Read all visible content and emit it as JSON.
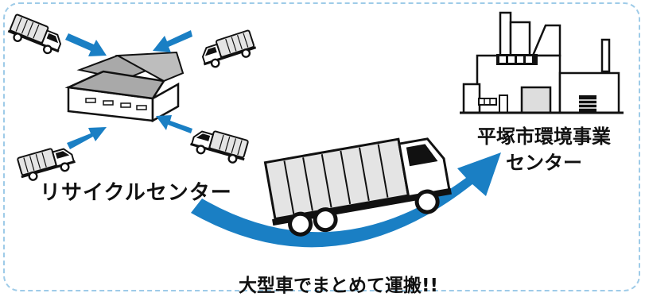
{
  "labels": {
    "recycle_center": "リサイクルセンター",
    "facility_line1": "平塚市環境事業",
    "facility_line2": "センター",
    "transport": "大型車でまとめて運搬!!"
  },
  "colors": {
    "arrow": "#1a7fc4",
    "frame_border": "#9ecbe8",
    "truck_body": "#e4e4e4",
    "outline": "#111111"
  },
  "icons": [
    "garbage-truck-icon",
    "recycle-center-building-icon",
    "waste-facility-building-icon",
    "large-truck-icon"
  ]
}
